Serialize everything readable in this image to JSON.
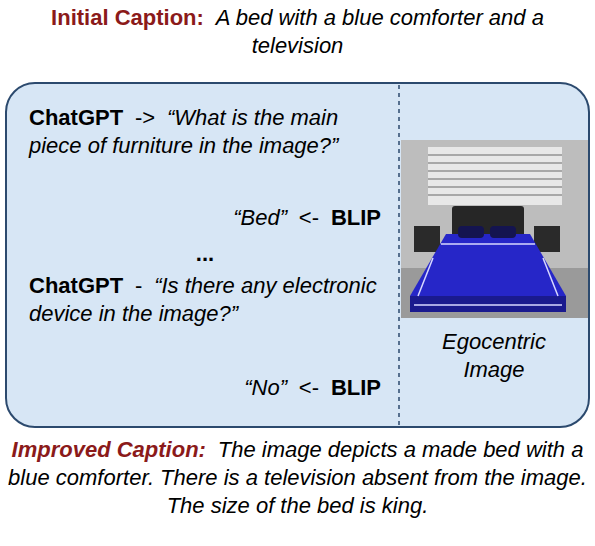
{
  "diagram": {
    "nodes": [
      {
        "text": [
          "ChatGPT",
          "->",
          "“What is the main piece of furniture in the image?”",
          "“Bed”",
          "<-",
          "BLIP",
          "...",
          "ChatGPT",
          "-",
          "“Is there any electronic device in the image?”",
          "“No”",
          "<-",
          "BLIP",
          "Egocentric Image"
        ]
      }
    ],
    "labels": [
      "Initial Caption:",
      "A bed with a blue comforter and a television",
      "Improved Caption:",
      "The image depicts a made bed with a blue comforter. There is a television absent from the image. The size of the bed is king."
    ]
  }
}
